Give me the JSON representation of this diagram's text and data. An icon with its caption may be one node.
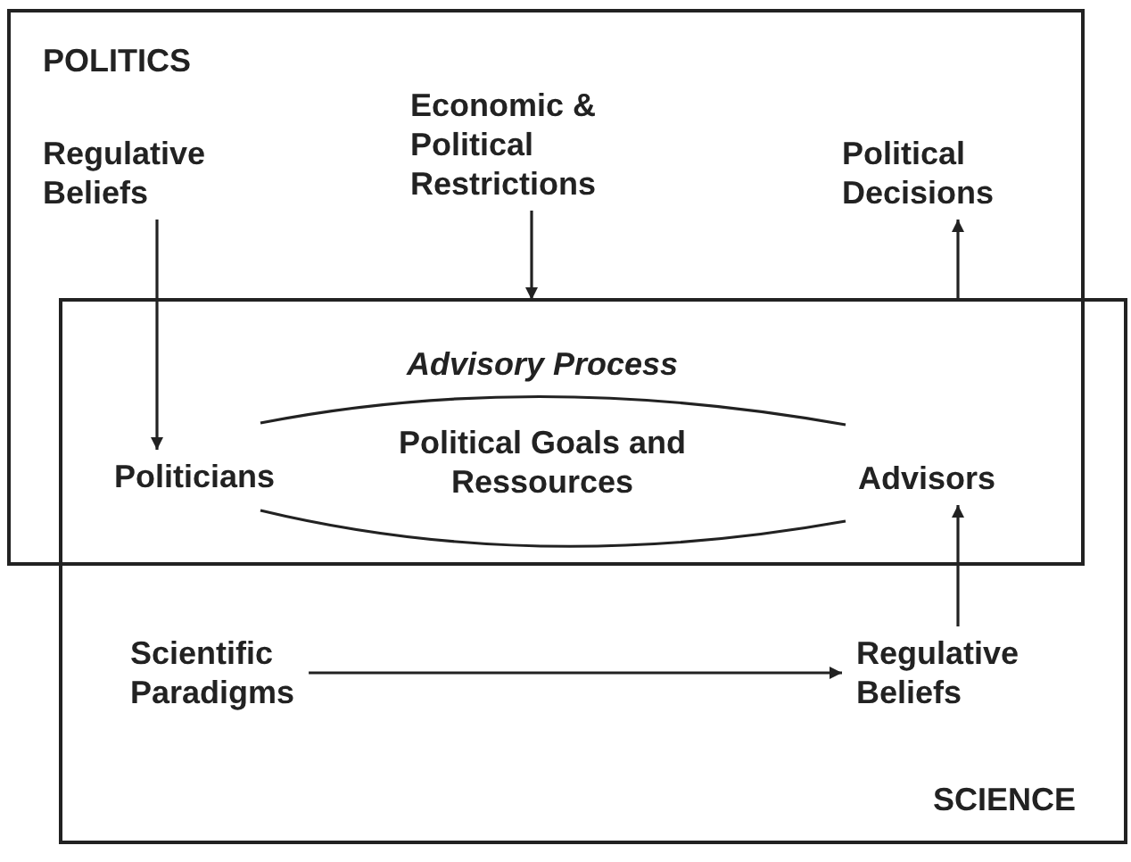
{
  "diagram": {
    "nodes": [
      {
        "text": [
          "POLITICS"
        ]
      },
      {
        "text": [
          "SCIENCE"
        ]
      },
      {
        "text": [
          "Regulative Beliefs"
        ],
        "in": 0
      },
      {
        "text": [
          "Economic & Political Restrictions"
        ],
        "in": 0
      },
      {
        "text": [
          "Political Decisions"
        ],
        "in": 0
      },
      {
        "text": [
          "Advisory Process",
          "Political Goals and Ressources"
        ]
      },
      {
        "text": [
          "Politicians"
        ]
      },
      {
        "text": [
          "Advisors"
        ]
      },
      {
        "text": [
          "Scientific Paradigms"
        ],
        "in": 1
      },
      {
        "text": [
          "Regulative Beliefs"
        ],
        "in": 1
      }
    ],
    "edges": [
      {
        "from": 2,
        "to": 6,
        "arrow": "to"
      },
      {
        "from": 3,
        "to": 1,
        "arrow": "to"
      },
      {
        "from": 1,
        "to": 4,
        "arrow": "to"
      },
      {
        "from": 9,
        "to": 7,
        "arrow": "to"
      },
      {
        "from": 8,
        "to": 9,
        "arrow": "to"
      }
    ]
  }
}
